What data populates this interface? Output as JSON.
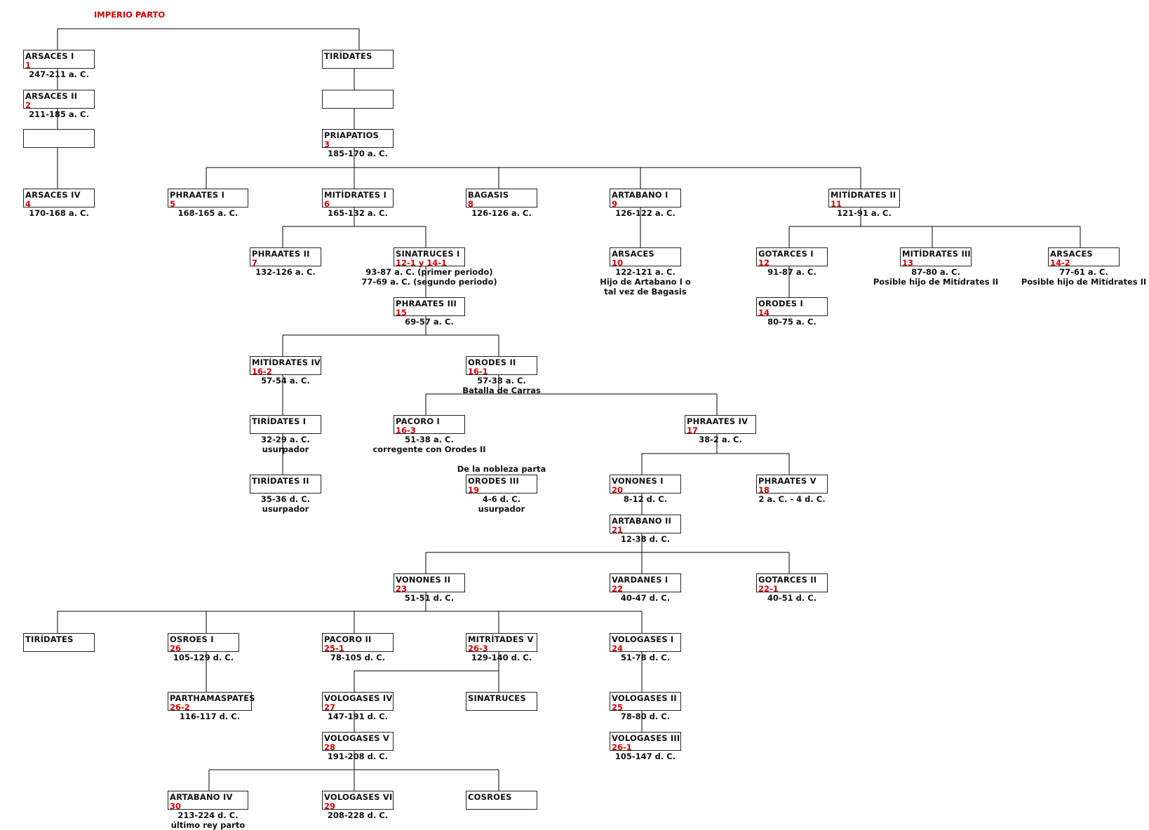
{
  "title": "IMPERIO PARTO",
  "colors": {
    "line": "#000000",
    "number": "#d10000",
    "text": "#111111"
  },
  "nodes": [
    {
      "id": "arsaces1",
      "name": "ARSACES I",
      "num": "1",
      "caption": [
        "247-211 a. C."
      ]
    },
    {
      "id": "arsaces2",
      "name": "ARSACES II",
      "num": "2",
      "caption": [
        "211-185 a. C."
      ]
    },
    {
      "id": "blankL",
      "name": "",
      "num": "",
      "caption": []
    },
    {
      "id": "arsaces4",
      "name": "ARSACES IV",
      "num": "4",
      "caption": [
        "170-168 a. C."
      ]
    },
    {
      "id": "tiridates0",
      "name": "TIRÍDATES",
      "num": "",
      "caption": []
    },
    {
      "id": "blankT",
      "name": "",
      "num": "",
      "caption": []
    },
    {
      "id": "priapatios",
      "name": "PRIAPATIOS",
      "num": "3",
      "caption": [
        "185-170 a. C."
      ]
    },
    {
      "id": "phraates1",
      "name": "PHRAATES I",
      "num": "5",
      "caption": [
        "168-165 a. C."
      ]
    },
    {
      "id": "mitidrates1",
      "name": "MITÍDRATES I",
      "num": "6",
      "caption": [
        "165-132 a. C."
      ]
    },
    {
      "id": "bagasis",
      "name": "BAGASIS",
      "num": "8",
      "caption": [
        "126-126 a. C."
      ]
    },
    {
      "id": "artabano1",
      "name": "ARTABANO I",
      "num": "9",
      "caption": [
        "126-122 a. C."
      ]
    },
    {
      "id": "mitidrates2",
      "name": "MITÍDRATES II",
      "num": "11",
      "caption": [
        "121-91 a. C."
      ]
    },
    {
      "id": "phraates2",
      "name": "PHRAATES II",
      "num": "7",
      "caption": [
        "132-126 a. C."
      ]
    },
    {
      "id": "sinatruces1",
      "name": "SINATRUCES I",
      "num": "12-1 y 14-1",
      "caption": [
        "93-87 a. C. (primer periodo)",
        "77-69 a. C. (segundo periodo)"
      ]
    },
    {
      "id": "arsaces10",
      "name": "ARSACES",
      "num": "10",
      "caption": [
        "122-121 a. C.",
        "Hijo de Artabano I o",
        "tal vez de Bagasis"
      ]
    },
    {
      "id": "gotarces1",
      "name": "GOTARCES I",
      "num": "12",
      "caption": [
        "91-87 a. C."
      ]
    },
    {
      "id": "mitidrates3",
      "name": "MITÍDRATES III",
      "num": "13",
      "caption": [
        "87-80 a. C.",
        "Posible hijo de Mitídrates II"
      ]
    },
    {
      "id": "arsaces142",
      "name": "ARSACES",
      "num": "14-2",
      "caption": [
        "77-61 a. C.",
        "Posible hijo de Mitídrates II"
      ]
    },
    {
      "id": "orodes1",
      "name": "ORODES I",
      "num": "14",
      "caption": [
        "80-75 a. C."
      ]
    },
    {
      "id": "phraates3",
      "name": "PHRAATES III",
      "num": "15",
      "caption": [
        "69-57 a. C."
      ]
    },
    {
      "id": "mitidrates4",
      "name": "MITÍDRATES IV",
      "num": "16-2",
      "caption": [
        "57-54 a. C."
      ]
    },
    {
      "id": "orodes2",
      "name": "ORODES II",
      "num": "16-1",
      "caption": [
        "57-38 a. C.",
        "Batalla de Carras"
      ]
    },
    {
      "id": "tiridates1",
      "name": "TIRÍDATES I",
      "num": "",
      "caption": [
        "32-29 a. C.",
        "usurpador"
      ]
    },
    {
      "id": "pacoro1",
      "name": "PACORO I",
      "num": "16-3",
      "caption": [
        "51-38 a. C.",
        "corregente con Orodes II"
      ]
    },
    {
      "id": "phraates4",
      "name": "PHRAATES IV",
      "num": "17",
      "caption": [
        "38-2 a. C."
      ]
    },
    {
      "id": "tiridates2",
      "name": "TIRÍDATES II",
      "num": "",
      "caption": [
        "35-36 d. C.",
        "usurpador"
      ]
    },
    {
      "id": "orodes3",
      "name": "ORODES III",
      "num": "19",
      "caption": [
        "4-6 d. C.",
        "usurpador"
      ],
      "above": "De la nobleza parta"
    },
    {
      "id": "vonones1",
      "name": "VONONES I",
      "num": "20",
      "caption": [
        "8-12 d. C."
      ]
    },
    {
      "id": "phraates5",
      "name": "PHRAATES V",
      "num": "18",
      "caption": [
        "2 a. C. - 4 d. C."
      ]
    },
    {
      "id": "artabano2",
      "name": "ARTABANO II",
      "num": "21",
      "caption": [
        "12-38 d. C."
      ]
    },
    {
      "id": "vonones2",
      "name": "VONONES II",
      "num": "23",
      "caption": [
        "51-51 d. C."
      ]
    },
    {
      "id": "vardanes1",
      "name": "VARDANES I",
      "num": "22",
      "caption": [
        "40-47 d. C."
      ]
    },
    {
      "id": "gotarces2",
      "name": "GOTARCES II",
      "num": "22-1",
      "caption": [
        "40-51 d. C."
      ]
    },
    {
      "id": "tiridates3",
      "name": "TIRÍDATES",
      "num": "",
      "caption": []
    },
    {
      "id": "osroes1",
      "name": "OSROES I",
      "num": "26",
      "caption": [
        "105-129 d. C."
      ]
    },
    {
      "id": "pacoro2",
      "name": "PACORO II",
      "num": "25-1",
      "caption": [
        "78-105 d. C."
      ]
    },
    {
      "id": "mitritades5",
      "name": "MITRÍTADES V",
      "num": "26-3",
      "caption": [
        "129-140 d. C."
      ]
    },
    {
      "id": "vologases1",
      "name": "VOLOGASES I",
      "num": "24",
      "caption": [
        "51-78 d. C."
      ]
    },
    {
      "id": "parthamaspates",
      "name": "PARTHAMASPATES",
      "num": "26-2",
      "caption": [
        "116-117 d. C."
      ]
    },
    {
      "id": "vologases4",
      "name": "VOLOGASES IV",
      "num": "27",
      "caption": [
        "147-191 d. C."
      ]
    },
    {
      "id": "sinatruces",
      "name": "SINATRUCES",
      "num": "",
      "caption": []
    },
    {
      "id": "vologases2",
      "name": "VOLOGASES II",
      "num": "25",
      "caption": [
        "78-80 d. C."
      ]
    },
    {
      "id": "vologases5",
      "name": "VOLOGASES V",
      "num": "28",
      "caption": [
        "191-208 d. C."
      ]
    },
    {
      "id": "vologases3",
      "name": "VOLOGASES III",
      "num": "26-1",
      "caption": [
        "105-147 d. C."
      ]
    },
    {
      "id": "artabano4",
      "name": "ARTABANO IV",
      "num": "30",
      "caption": [
        "213-224 d. C.",
        "último rey parto"
      ]
    },
    {
      "id": "vologases6",
      "name": "VOLOGASES VI",
      "num": "29",
      "caption": [
        "208-228 d. C."
      ]
    },
    {
      "id": "cosroes",
      "name": "COSROES",
      "num": "",
      "caption": []
    }
  ]
}
